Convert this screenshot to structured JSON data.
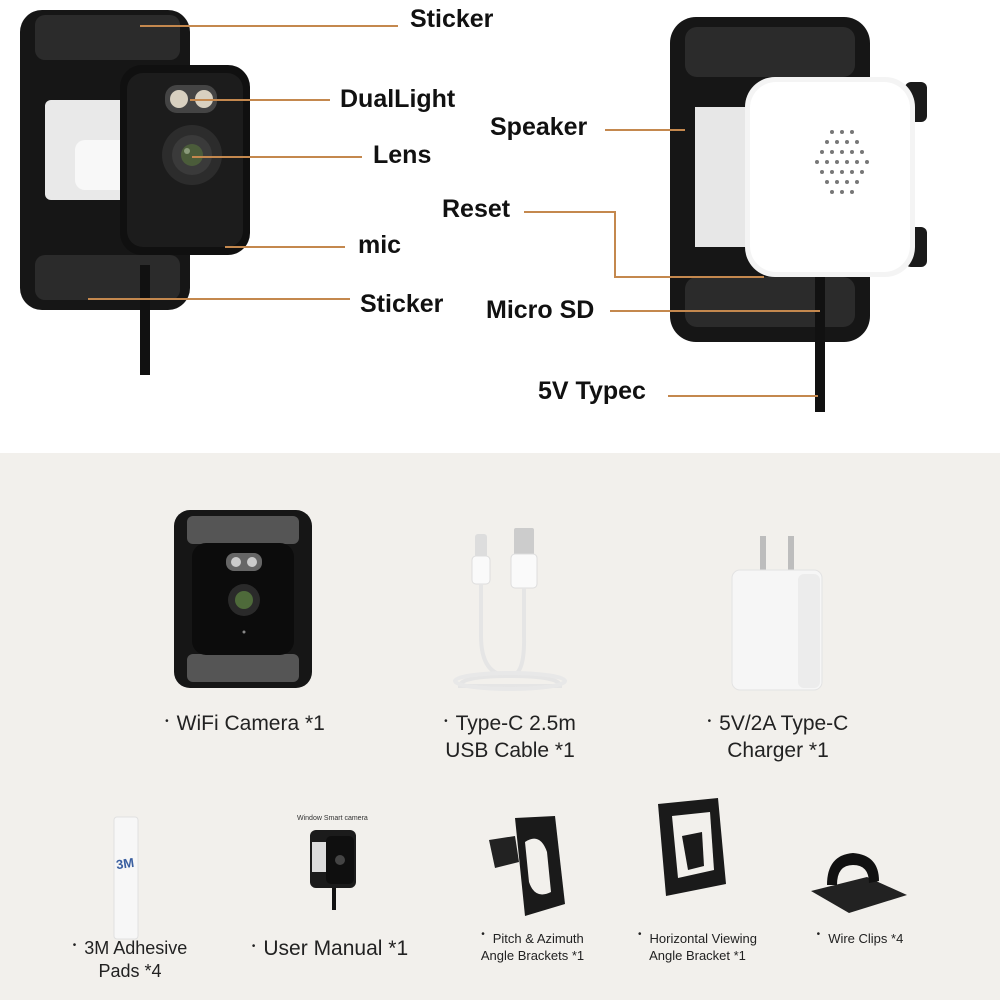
{
  "top_labels": {
    "sticker_top": "Sticker",
    "duallight": "DualLight",
    "lens": "Lens",
    "mic": "mic",
    "sticker_bottom": "Sticker",
    "speaker": "Speaker",
    "reset": "Reset",
    "micro_sd": "Micro SD",
    "typec": "5V Typec"
  },
  "package": {
    "camera": "WiFi Camera *1",
    "cable_line1": "Type-C 2.5m",
    "cable_line2": "USB Cable *1",
    "charger_line1": "5V/2A Type-C",
    "charger_line2": "Charger *1",
    "pads_line1": "3M Adhesive",
    "pads_line2": "Pads *4",
    "manual": "User Manual *1",
    "manual_cover_text": "Window Smart camera",
    "pitch_line1": "Pitch & Azimuth",
    "pitch_line2": "Angle Brackets *1",
    "horizontal_line1": "Horizontal Viewing",
    "horizontal_line2": "Angle Bracket *1",
    "clips": "Wire Clips *4",
    "pads_logo": "3M"
  },
  "colors": {
    "leader": "#c4884e",
    "panel": "#f2f0ec"
  },
  "icons": [
    "camera-front-image",
    "camera-back-image",
    "usb-cable-image",
    "charger-image",
    "adhesive-pad-image",
    "manual-image",
    "bracket-image",
    "clip-image"
  ]
}
